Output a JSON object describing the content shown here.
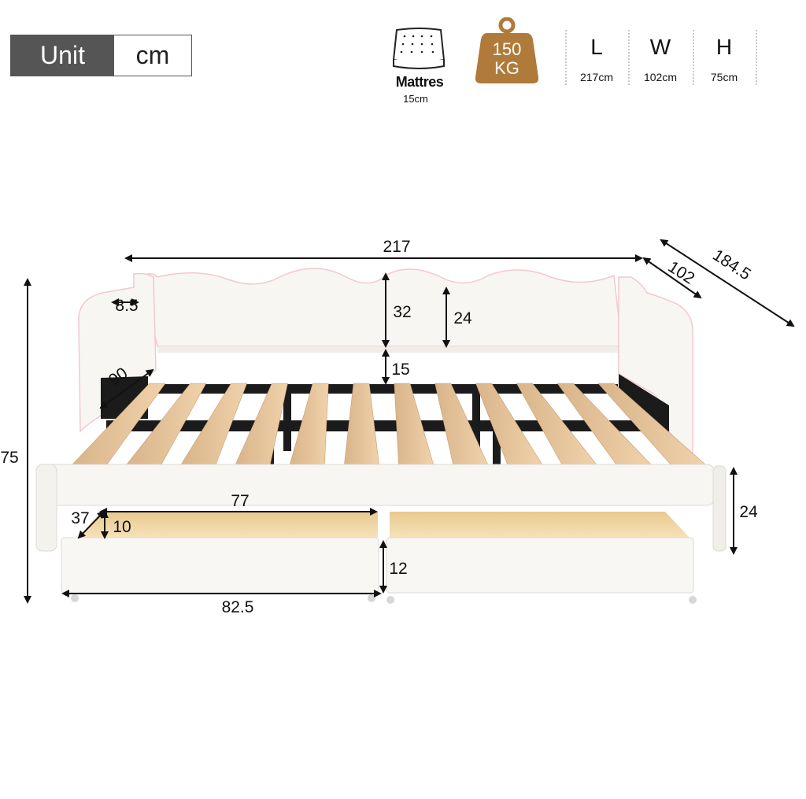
{
  "unit": {
    "label": "Unit",
    "value": "cm"
  },
  "mattress": {
    "label": "Mattres",
    "thickness": "15cm",
    "icon": "mattress-icon"
  },
  "weight": {
    "line1": "150",
    "line2": "KG",
    "icon": "weight-icon",
    "color": "#b07a3a"
  },
  "specs": [
    {
      "letter": "L",
      "value": "217cm"
    },
    {
      "letter": "W",
      "value": "102cm"
    },
    {
      "letter": "H",
      "value": "75cm"
    }
  ],
  "dimensions": {
    "length": "217",
    "width": "102",
    "extended_width": "184.5",
    "arm_thickness": "8.5",
    "arm_depth": "90",
    "back_height": "32",
    "back_inner_height": "24",
    "slat_gap": "15",
    "total_height": "75",
    "front_rail_height": "24",
    "drawer_width": "77",
    "drawer_depth": "37",
    "drawer_inner_height": "10",
    "drawer_height": "12",
    "drawer_front_width": "82.5"
  }
}
